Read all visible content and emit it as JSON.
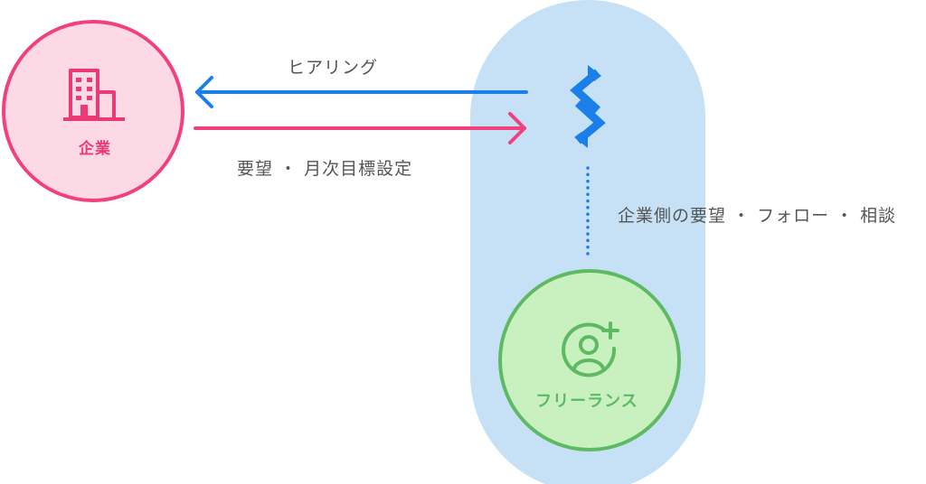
{
  "nodes": {
    "company": {
      "label": "企業",
      "icon": "building-icon",
      "color": "#f0417e"
    },
    "freelancer": {
      "label": "フリーランス",
      "icon": "user-add-icon",
      "color": "#5dba63"
    },
    "platform": {
      "icon": "platform-logo-icon",
      "color": "#1a7fe8"
    }
  },
  "edges": {
    "hearing": {
      "label": "ヒアリング",
      "color": "#1a7fe8"
    },
    "request": {
      "label": "要望 ・ 月次目標設定",
      "color": "#f0417e"
    },
    "follow": {
      "label": "企業側の要望 ・ フォロー ・ 相談",
      "color": "#1a7fe8"
    }
  },
  "colors": {
    "pill_background": "#c6e1f5",
    "company_fill": "#fdd9e6",
    "freelancer_fill": "#c9f0bf",
    "label_text": "#555555"
  }
}
